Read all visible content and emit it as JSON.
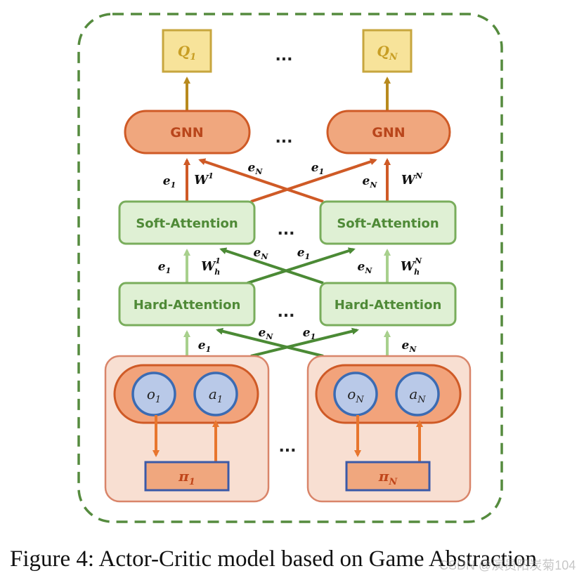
{
  "colors": {
    "frame_dash": "#558b3e",
    "q_fill": "#f7e39a",
    "q_stroke": "#c7a63e",
    "q_text": "#c89e24",
    "gnn_fill": "#f0a77e",
    "gnn_stroke": "#cf5a26",
    "gnn_text": "#b9461c",
    "att_fill": "#dff0d4",
    "att_stroke": "#79ad5c",
    "att_text": "#4f8a37",
    "agent_fill": "#f8dfd2",
    "agent_stroke": "#d9856a",
    "pill_fill": "#f2a37b",
    "pill_stroke": "#cf5a26",
    "circle_fill": "#b9c9e8",
    "circle_stroke": "#3b6bb3",
    "pi_fill": "#f0a77e",
    "pi_stroke": "#3b5aa8",
    "pi_text": "#c0461b",
    "arrow_orange": "#cf5a26",
    "arrow_gold": "#b88a1e",
    "arrow_green": "#4b8a35",
    "arrow_lightgreen": "#a8d08d",
    "arrow_agent": "#e8762e"
  },
  "ellipsis": "...",
  "left": {
    "q": {
      "main": "Q",
      "sub": "1"
    },
    "gnn": "GNN",
    "soft": "Soft-Attention",
    "hard": "Hard-Attention",
    "o": {
      "main": "o",
      "sub": "1"
    },
    "a": {
      "main": "a",
      "sub": "1"
    },
    "pi": {
      "main": "π",
      "sub": "1"
    }
  },
  "right": {
    "q": {
      "main": "Q",
      "sub": "N"
    },
    "gnn": "GNN",
    "soft": "Soft-Attention",
    "hard": "Hard-Attention",
    "o": {
      "main": "o",
      "sub": "N"
    },
    "a": {
      "main": "a",
      "sub": "N"
    },
    "pi": {
      "main": "π",
      "sub": "N"
    }
  },
  "edge_labels": {
    "top_left_e": {
      "main": "e",
      "sub": "1"
    },
    "top_left_w": {
      "main": "W",
      "sup": "1"
    },
    "top_cross_left": {
      "main": "e",
      "sub": "N"
    },
    "top_cross_right": {
      "main": "e",
      "sub": "1"
    },
    "top_right_e": {
      "main": "e",
      "sub": "N"
    },
    "top_right_w": {
      "main": "W",
      "sup": "N"
    },
    "mid_left_e": {
      "main": "e",
      "sub": "1"
    },
    "mid_left_w": {
      "main": "W",
      "sub": "h",
      "sup": "1"
    },
    "mid_cross_left": {
      "main": "e",
      "sub": "N"
    },
    "mid_cross_right": {
      "main": "e",
      "sub": "1"
    },
    "mid_right_e": {
      "main": "e",
      "sub": "N"
    },
    "mid_right_w": {
      "main": "W",
      "sub": "h",
      "sup": "N"
    },
    "low_left_e": {
      "main": "e",
      "sub": "1"
    },
    "low_cross_left": {
      "main": "e",
      "sub": "N"
    },
    "low_cross_right": {
      "main": "e",
      "sub": "1"
    },
    "low_right_e": {
      "main": "e",
      "sub": "N"
    }
  },
  "caption": "Figure 4: Actor-Critic model based on Game Abstraction",
  "watermark": "CSDN @演员阳炭菊104"
}
